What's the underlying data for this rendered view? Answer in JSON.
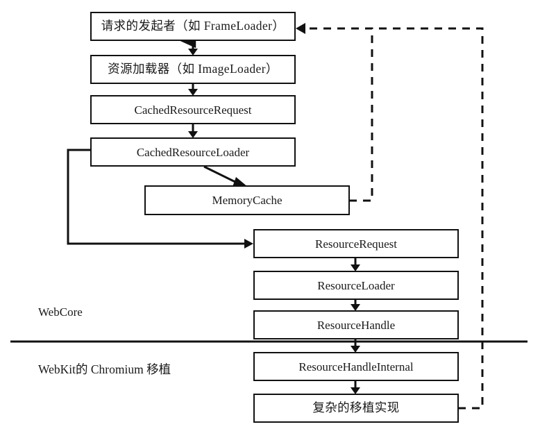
{
  "diagram": {
    "title": "WebKit Chromium resource loading flow",
    "zones": [
      {
        "name": "webcore",
        "label": "WebCore"
      },
      {
        "name": "chromium-port",
        "label": "WebKit的 Chromium 移植"
      }
    ],
    "nodes": [
      {
        "id": "request-initiator",
        "label": "请求的发起者（如 FrameLoader）",
        "script": "cjk"
      },
      {
        "id": "resource-loader-cn",
        "label": "资源加载器（如 ImageLoader）",
        "script": "cjk"
      },
      {
        "id": "cached-resource-request",
        "label": "CachedResourceRequest",
        "script": "latin"
      },
      {
        "id": "cached-resource-loader",
        "label": "CachedResourceLoader",
        "script": "latin"
      },
      {
        "id": "memory-cache",
        "label": "MemoryCache",
        "script": "latin"
      },
      {
        "id": "resource-request",
        "label": "ResourceRequest",
        "script": "latin"
      },
      {
        "id": "resource-loader",
        "label": "ResourceLoader",
        "script": "latin"
      },
      {
        "id": "resource-handle",
        "label": "ResourceHandle",
        "script": "latin"
      },
      {
        "id": "resource-handle-internal",
        "label": "ResourceHandleInternal",
        "script": "latin"
      },
      {
        "id": "complex-port-impl",
        "label": "复杂的移植实现",
        "script": "cjk"
      }
    ],
    "edges": [
      {
        "from": "request-initiator",
        "to": "resource-loader-cn",
        "style": "solid"
      },
      {
        "from": "resource-loader-cn",
        "to": "cached-resource-request",
        "style": "solid"
      },
      {
        "from": "cached-resource-request",
        "to": "cached-resource-loader",
        "style": "solid"
      },
      {
        "from": "cached-resource-loader",
        "to": "memory-cache",
        "style": "solid"
      },
      {
        "from": "cached-resource-loader",
        "to": "resource-request",
        "style": "solid"
      },
      {
        "from": "resource-request",
        "to": "resource-loader",
        "style": "solid"
      },
      {
        "from": "resource-loader",
        "to": "resource-handle",
        "style": "solid"
      },
      {
        "from": "resource-handle",
        "to": "resource-handle-internal",
        "style": "solid"
      },
      {
        "from": "resource-handle-internal",
        "to": "complex-port-impl",
        "style": "solid"
      },
      {
        "from": "memory-cache",
        "to": "request-initiator",
        "style": "dashed"
      },
      {
        "from": "complex-port-impl",
        "to": "request-initiator",
        "style": "dashed"
      }
    ],
    "colors": {
      "stroke": "#111111",
      "text": "#1a1a1a",
      "background": "#ffffff"
    }
  }
}
